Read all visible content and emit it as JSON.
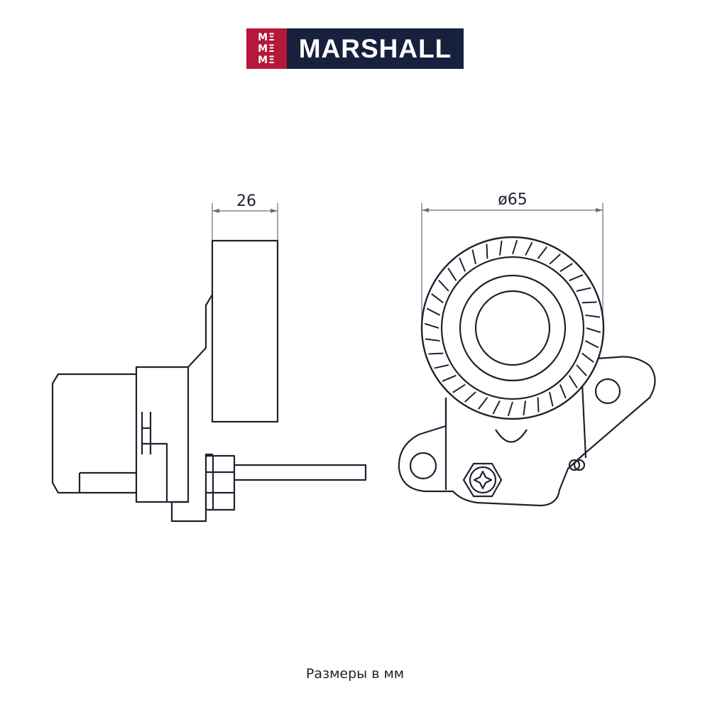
{
  "brand": {
    "mark_rows": [
      "ΜΞ",
      "ΜΞ",
      "ΜΞ"
    ],
    "name": "MARSHALL",
    "mark_color": "#b5183a",
    "name_bg": "#17213d"
  },
  "dimensions": {
    "width": "26",
    "diameter": "ø65"
  },
  "caption": "Размеры в мм"
}
